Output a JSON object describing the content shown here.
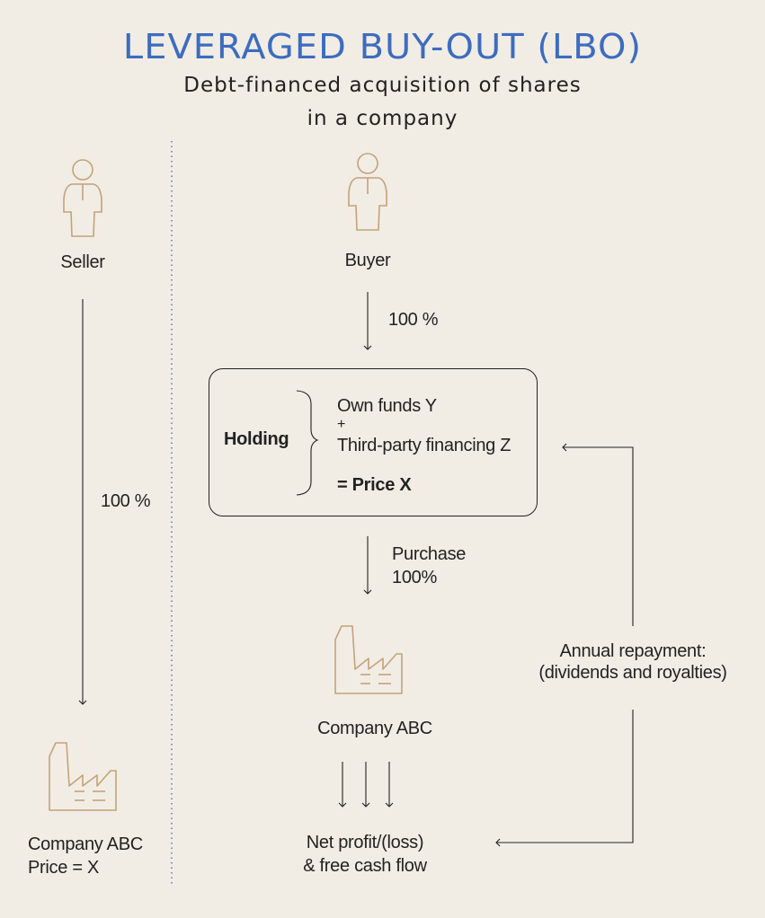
{
  "title": "LEVERAGED BUY-OUT (LBO)",
  "subtitle_line1": "Debt-financed acquisition of shares",
  "subtitle_line2": "in a company",
  "seller": {
    "label": "Seller",
    "icon": "person-icon"
  },
  "buyer": {
    "label": "Buyer",
    "icon": "person-icon"
  },
  "seller_arrow_label": "100 %",
  "buyer_arrow_label": "100 %",
  "holding": {
    "label": "Holding",
    "own_funds": "Own funds Y",
    "plus": "+",
    "third_party": "Third-party financing Z",
    "price": "= Price X"
  },
  "purchase": {
    "line1": "Purchase",
    "line2": "100%"
  },
  "company_left": {
    "line1": "Company ABC",
    "line2": "Price = X",
    "icon": "factory-icon"
  },
  "company_center": {
    "label": "Company ABC",
    "icon": "factory-icon"
  },
  "net_profit": {
    "line1": "Net profit/(loss)",
    "line2": "& free cash flow"
  },
  "repayment": {
    "line1": "Annual repayment:",
    "line2": "(dividends and royalties)"
  },
  "colors": {
    "title": "#3d6cc0",
    "icon": "#c4a27a",
    "background": "#f1ede4",
    "divider": "#6a7cc4"
  }
}
